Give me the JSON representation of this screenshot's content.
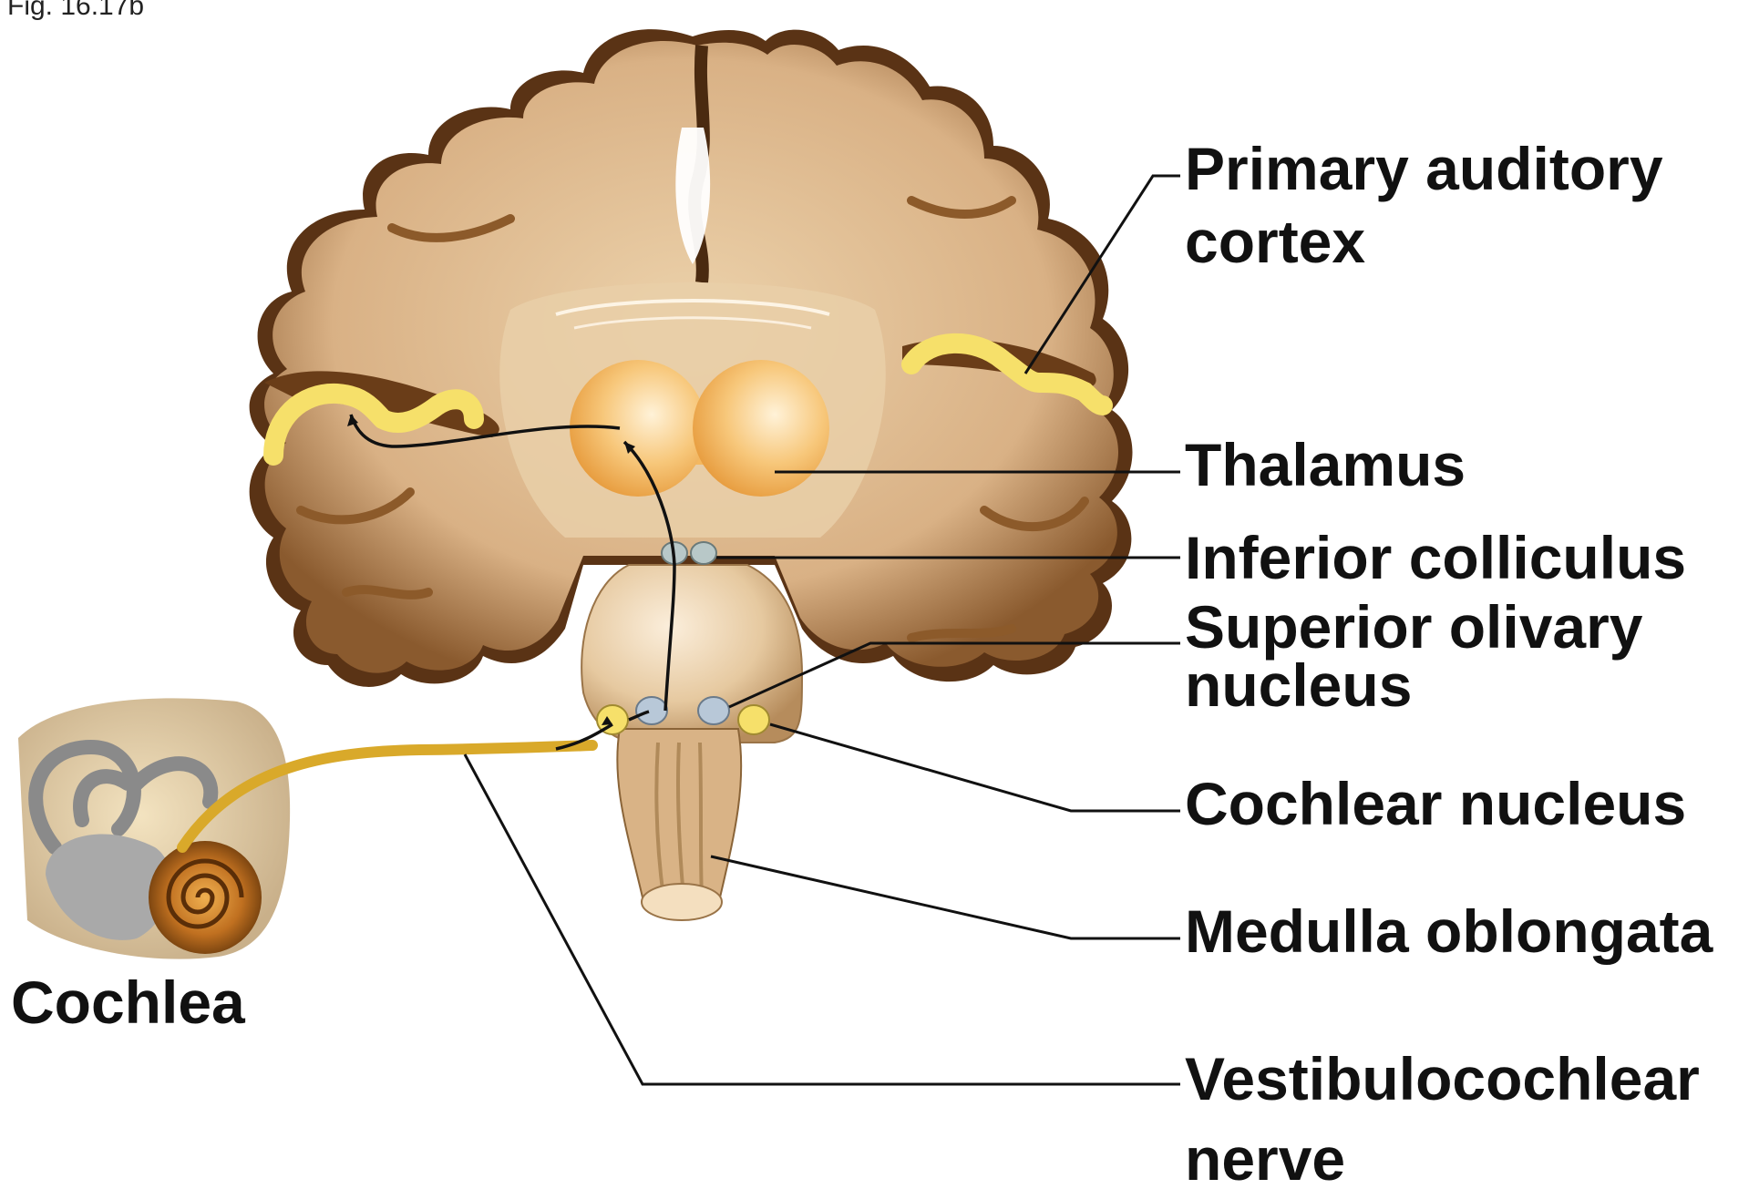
{
  "figure": {
    "id_text": "Fig. 16.17b"
  },
  "labels": {
    "primary_auditory_cortex": [
      "Primary auditory",
      "cortex"
    ],
    "thalamus": "Thalamus",
    "inferior_colliculus": "Inferior colliculus",
    "superior_olivary_nucleus": [
      "Superior olivary",
      "nucleus"
    ],
    "cochlear_nucleus": "Cochlear nucleus",
    "medulla_oblongata": "Medulla oblongata",
    "vestibulocochlear_nerve": [
      "Vestibulocochlear",
      "nerve"
    ],
    "cochlea": "Cochlea"
  },
  "colors": {
    "brain_tan": "#d8b48a",
    "brain_dark": "#5a3315",
    "white_matter": "#e6c9a2",
    "thalamus": "#f4b860",
    "auditory_yellow": "#f6e06a",
    "nucleus_blue": "#b8c8d8",
    "nerve_yellow": "#d9a92a",
    "leader_line": "#111111"
  }
}
